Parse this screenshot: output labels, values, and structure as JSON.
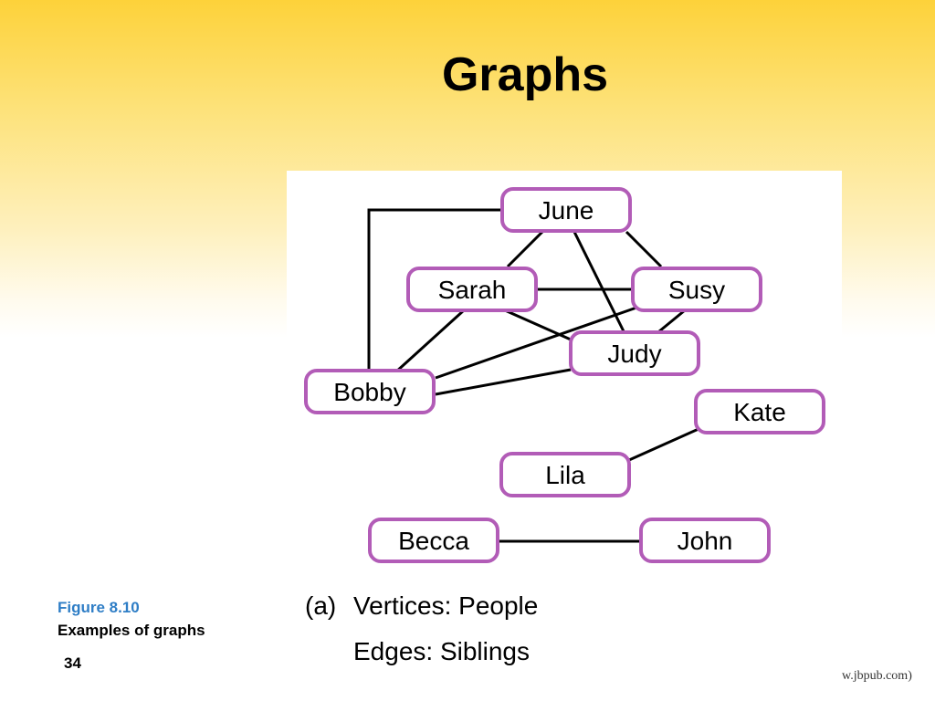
{
  "slide": {
    "title": "Graphs",
    "figure_number": "Figure 8.10",
    "figure_caption": "Examples of graphs",
    "page_number": "34",
    "source_credit": "w.jbpub.com)"
  },
  "diagram": {
    "caption_marker": "(a)",
    "caption_vertices": "Vertices: People",
    "caption_edges": "Edges: Siblings",
    "vertex_border_color": "#b25cb7",
    "vertices": [
      {
        "id": "june",
        "label": "June"
      },
      {
        "id": "sarah",
        "label": "Sarah"
      },
      {
        "id": "susy",
        "label": "Susy"
      },
      {
        "id": "judy",
        "label": "Judy"
      },
      {
        "id": "bobby",
        "label": "Bobby"
      },
      {
        "id": "kate",
        "label": "Kate"
      },
      {
        "id": "lila",
        "label": "Lila"
      },
      {
        "id": "becca",
        "label": "Becca"
      },
      {
        "id": "john",
        "label": "John"
      }
    ],
    "edges": [
      [
        "june",
        "bobby"
      ],
      [
        "june",
        "sarah"
      ],
      [
        "june",
        "susy"
      ],
      [
        "june",
        "judy"
      ],
      [
        "sarah",
        "susy"
      ],
      [
        "sarah",
        "judy"
      ],
      [
        "sarah",
        "bobby"
      ],
      [
        "susy",
        "judy"
      ],
      [
        "susy",
        "bobby"
      ],
      [
        "judy",
        "bobby"
      ],
      [
        "kate",
        "lila"
      ],
      [
        "becca",
        "john"
      ]
    ]
  }
}
